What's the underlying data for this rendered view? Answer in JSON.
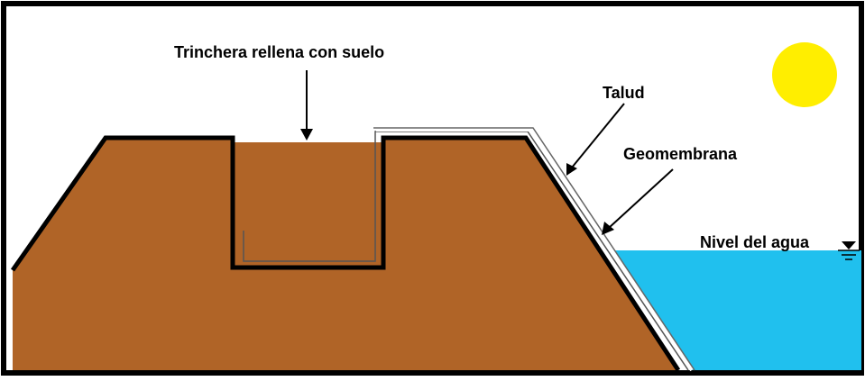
{
  "labels": {
    "trench": "Trinchera rellena con suelo",
    "slope": "Talud",
    "geomembrane": "Geomembrana",
    "water_level": "Nivel del agua"
  },
  "colors": {
    "soil": "#b06427",
    "water": "#20c0ee",
    "sun": "#ffee00",
    "outline": "#000000",
    "membrane": "#888888"
  }
}
